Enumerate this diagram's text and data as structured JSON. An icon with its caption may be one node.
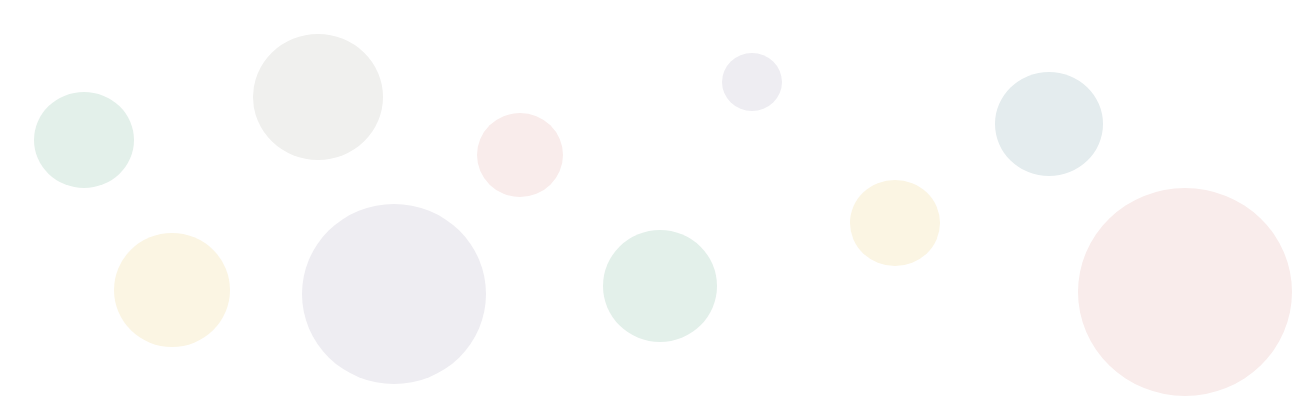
{
  "diagram": {
    "nodes": [
      {
        "text": [],
        "shape": "circle"
      },
      {
        "text": [],
        "shape": "circle"
      },
      {
        "text": [],
        "shape": "circle"
      },
      {
        "text": [],
        "shape": "circle"
      },
      {
        "text": [],
        "shape": "circle"
      },
      {
        "text": [],
        "shape": "circle"
      },
      {
        "text": [],
        "shape": "circle"
      },
      {
        "text": [],
        "shape": "circle"
      },
      {
        "text": [],
        "shape": "circle"
      },
      {
        "text": [],
        "shape": "circle"
      }
    ]
  }
}
